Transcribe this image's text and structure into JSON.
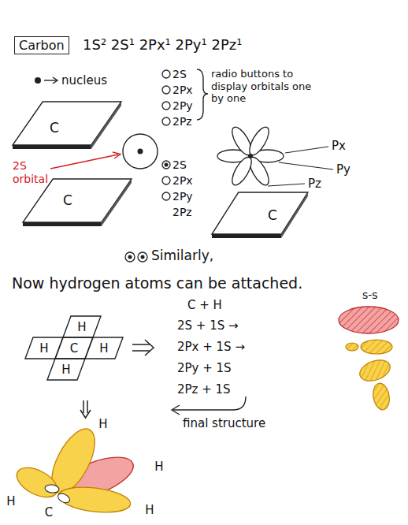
{
  "diagram": {
    "nodes": [
      {
        "text": [
          "Carbon"
        ]
      },
      {
        "text": [
          "C"
        ]
      },
      {
        "text": [
          "C"
        ]
      },
      {
        "text": [
          "C"
        ]
      }
    ],
    "labels": [
      "1S² 2S¹ 2Px¹ 2Py¹ 2Pz¹",
      "nucleus",
      "2S",
      "2Px",
      "2Py",
      "2Pz",
      "radio buttons to display orbitals one by one",
      "2S orbital",
      "2S",
      "2Px",
      "2Py",
      "2Pz",
      "Px",
      "Py",
      "Pz",
      "Similarly,",
      "Now hydrogen atoms can be attached.",
      "H",
      "H",
      "C",
      "H",
      "H",
      "C + H",
      "2S + 1S →",
      "2Px + 1S →",
      "2Py + 1S",
      "2Pz + 1S",
      "s-s",
      "final structure",
      "H",
      "H",
      "H",
      "C",
      "H"
    ]
  }
}
